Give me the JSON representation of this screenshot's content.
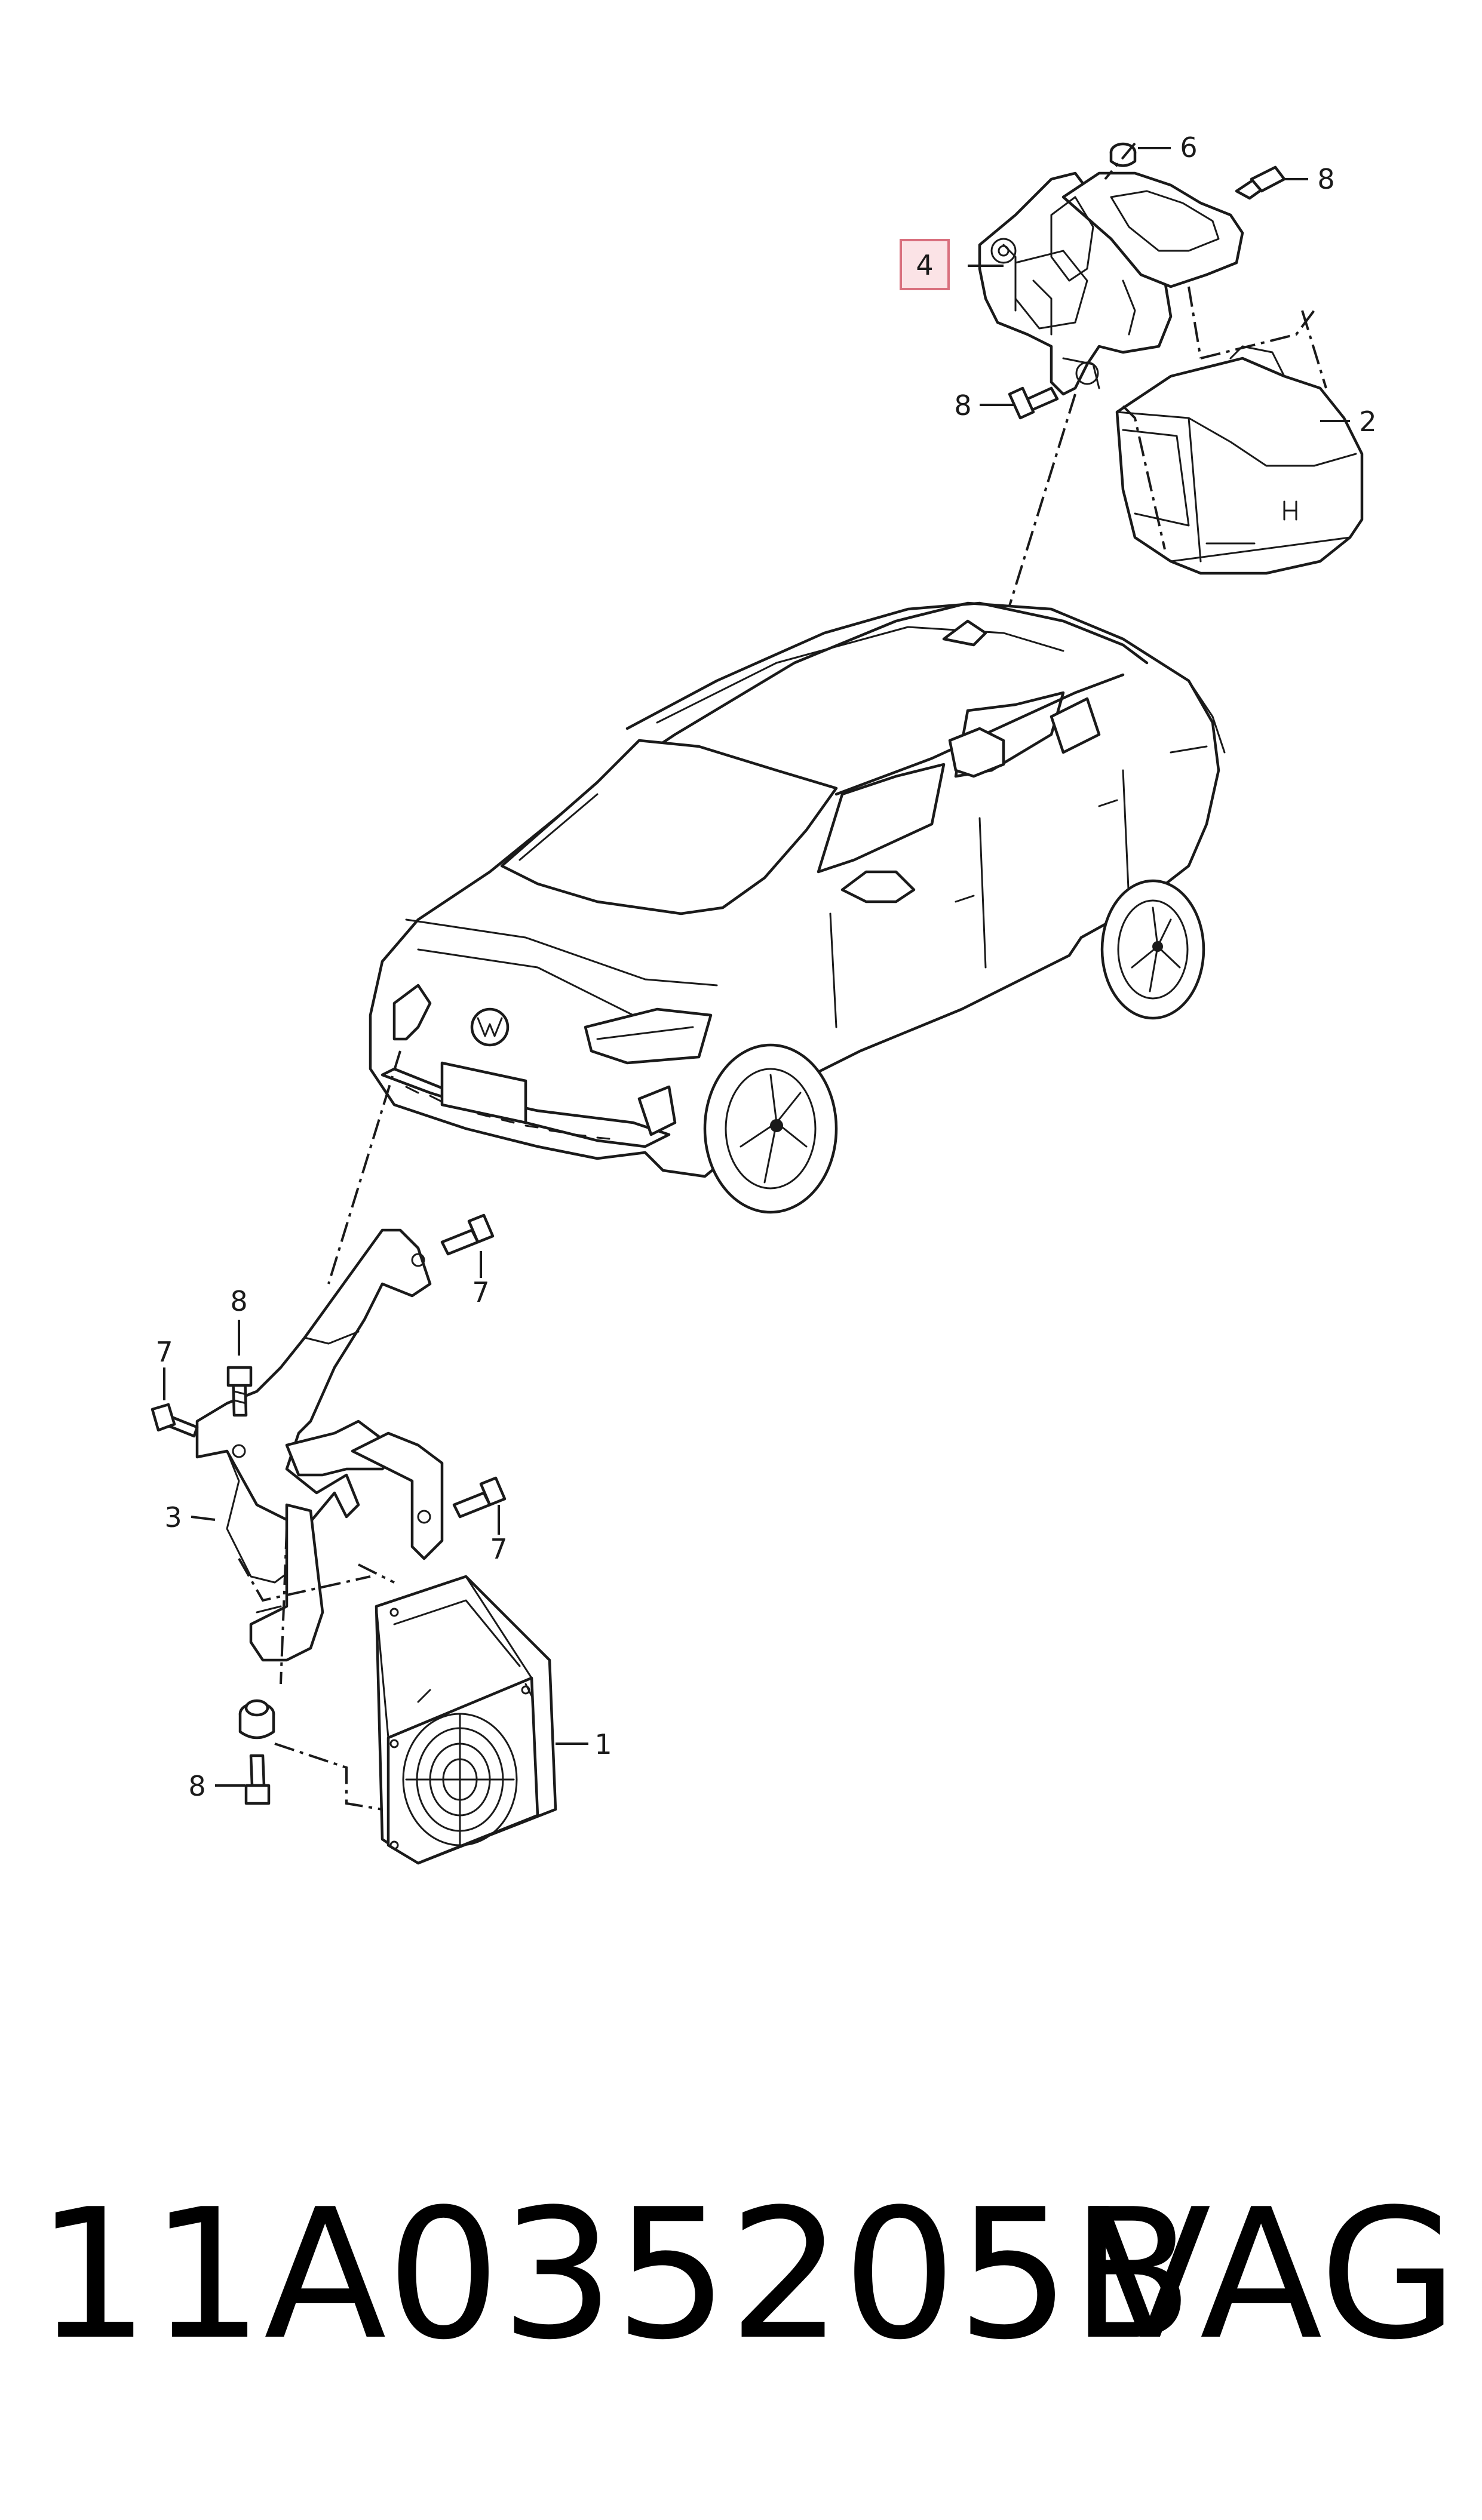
{
  "callouts": {
    "c1": "1",
    "c2": "2",
    "c3": "3",
    "c4": "4",
    "c6": "6",
    "c7a": "7",
    "c7b": "7",
    "c7c": "7",
    "c8a": "8",
    "c8b": "8",
    "c8c": "8",
    "c8d": "8"
  },
  "highlight": {
    "callout": "4",
    "color": "#fbe3e6",
    "border": "#d9707e"
  },
  "footer": {
    "part_number": "11A035205B",
    "brand": "VAG"
  }
}
